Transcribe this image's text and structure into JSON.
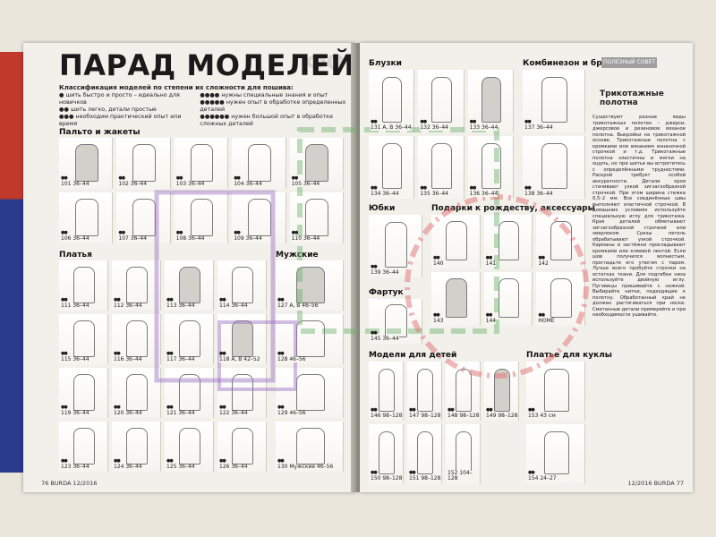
{
  "left_page": {
    "title": "ПАРАД МОДЕЛЕЙ",
    "title_ghost": "ФОТО",
    "legend": {
      "heading": "Классификация моделей по степени их сложности для пошива:",
      "items": [
        "шить быстро и просто – идеально для новичков",
        "шить легко, детали простые",
        "необходим практический опыт или время",
        "нужны специальные знания и опыт",
        "нужен опыт в обработке определенных деталей",
        "нужен большой опыт в обработке сложных деталей"
      ]
    },
    "sections": {
      "coats": "Пальто и жакеты",
      "dresses": "Платья",
      "men": "Мужские модели"
    },
    "coats_items": [
      "101 36–44",
      "102 36–44",
      "103 36–44",
      "104 36–44",
      "105 36–44",
      "106 36–44",
      "107 36–44",
      "108 36–44",
      "109 36–44",
      "110 36–44"
    ],
    "dresses_items": [
      "111 36–44",
      "112 36–44",
      "113 36–44",
      "114 36–44",
      "115 36–44",
      "116 36–44",
      "117 36–44",
      "118 A, B 42–52",
      "119 36–44",
      "120 36–44",
      "121 36–44",
      "122 36–44",
      "123 36–44",
      "124 36–44",
      "125 36–44",
      "126 36–44"
    ],
    "men_items": [
      "127 A, B 46–56",
      "128 46–56",
      "129 46–56",
      "130 Мужские 46–56"
    ],
    "footer": "76 BURDA 12/2016"
  },
  "right_page": {
    "sections": {
      "blouses": "Блузки",
      "jumpsuit": "Комбинезон и брюки",
      "skirts": "Юбки",
      "gifts": "Подарки к рождеству, аксессуары",
      "aprons": "Фартук",
      "kids": "Модели для детей",
      "doll": "Платье для куклы"
    },
    "blouses_items": [
      "131 A, B 36–44",
      "132 36–44",
      "133 36–44",
      "134 36–44",
      "135 36–44",
      "136 36–44"
    ],
    "jumpsuit_items": [
      "137 36–44",
      "138 36–44"
    ],
    "skirts_items": [
      "139 36–44"
    ],
    "gifts_items": [
      "140",
      "141",
      "142",
      "143",
      "144",
      "HOME"
    ],
    "aprons_items": [
      "145 36–44"
    ],
    "kids_items": [
      "146 98–128",
      "147 98–128",
      "148 98–128",
      "149 98–128",
      "150 98–128",
      "151 98–128",
      "152 104–128"
    ],
    "doll_items": [
      "153 43 см",
      "154 24–27"
    ],
    "sidebar_tag": "ПОЛЕЗНЫЙ СОВЕТ",
    "knit_heading": "Трикотажные полотна",
    "knit_text": "Существуют разные виды трикотажных полотен – джерси, джерсовое и резиновое вязаное полотна. Выкройки на трикотажной основе. Трикотажные полотна с кромками или вязанием изнаночной строчкой и т.д. Трикотажные полотна эластичны и мягки на ощупь, но при шитье вы встретитесь с определёнными трудностями. Раскрой требует особой аккуратности. Детали кроя стачивают узкой зигзагообразной строчкой. При этом ширина стежка 0,5–2 мм. Все соединённые швы выполняют эластичной строчкой. В домашних условиях используйте специальную иглу для трикотажа. Края деталей обметывают зигзагообразной строчкой или оверлоком. Срезы петель обрабатывают узкой строчкой. Карманы и застёжки прокладывают кромками или клеевой лентой. Если шов получился волнистым, прогладьте его утюгом с паром. Лучше всего пробуйте строчки на остатках ткани. Для подгибки низа используйте двойную иглу. Пуговицы пришивайте с ножкой. Выбирайте нитки, подходящие к полотну. Обработанный край не должен растягиваться при носке. Сметанные детали примеряйте и при необходимости ушивайте.",
    "footer": "12/2016 BURDA 77"
  },
  "colors": {
    "paper": "#f2f0ea",
    "spine": "#8f8b84",
    "cover_red": "#c0392b",
    "cover_blue": "#2a3a8c",
    "watermark_green": "#6db26d",
    "watermark_purple": "#9b6fc2",
    "watermark_red": "#e07070"
  }
}
